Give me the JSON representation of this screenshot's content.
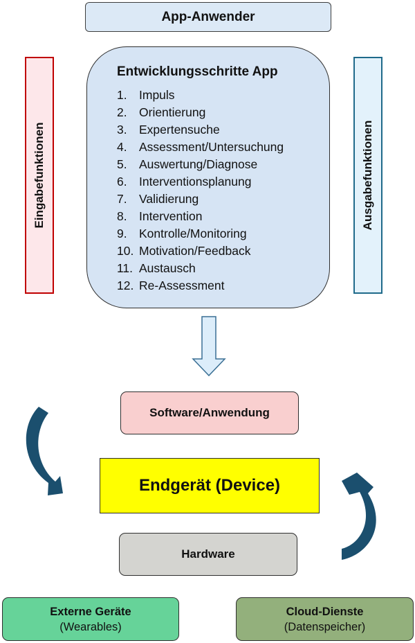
{
  "app_user": "App-Anwender",
  "steps": {
    "title": "Entwicklungsschritte App",
    "items": [
      {
        "num": "1.",
        "label": "Impuls"
      },
      {
        "num": "2.",
        "label": "Orientierung"
      },
      {
        "num": "3.",
        "label": "Expertensuche"
      },
      {
        "num": "4.",
        "label": "Assessment/Untersuchung"
      },
      {
        "num": "5.",
        "label": "Auswertung/Diagnose"
      },
      {
        "num": "6.",
        "label": "Interventionsplanung"
      },
      {
        "num": "7.",
        "label": "Validierung"
      },
      {
        "num": "8.",
        "label": "Intervention"
      },
      {
        "num": "9.",
        "label": "Kontrolle/Monitoring"
      },
      {
        "num": "10.",
        "label": "Motivation/Feedback"
      },
      {
        "num": "11.",
        "label": "Austausch"
      },
      {
        "num": "12.",
        "label": "Re-Assessment"
      }
    ]
  },
  "input_functions": "Eingabefunktionen",
  "output_functions": "Ausgabefunktionen",
  "software": "Software/Anwendung",
  "device": "Endgerät (Device)",
  "hardware": "Hardware",
  "external_devices": {
    "title": "Externe Geräte",
    "subtitle": "(Wearables)"
  },
  "cloud_services": {
    "title": "Cloud-Dienste",
    "subtitle": "(Datenspeicher)"
  },
  "colors": {
    "down_arrow_fill": "#dcedfa",
    "down_arrow_stroke": "#3a6f94",
    "curved_arrow": "#1b4f6e"
  },
  "icons": [
    "down-arrow",
    "curved-arrow-left",
    "curved-arrow-right"
  ]
}
